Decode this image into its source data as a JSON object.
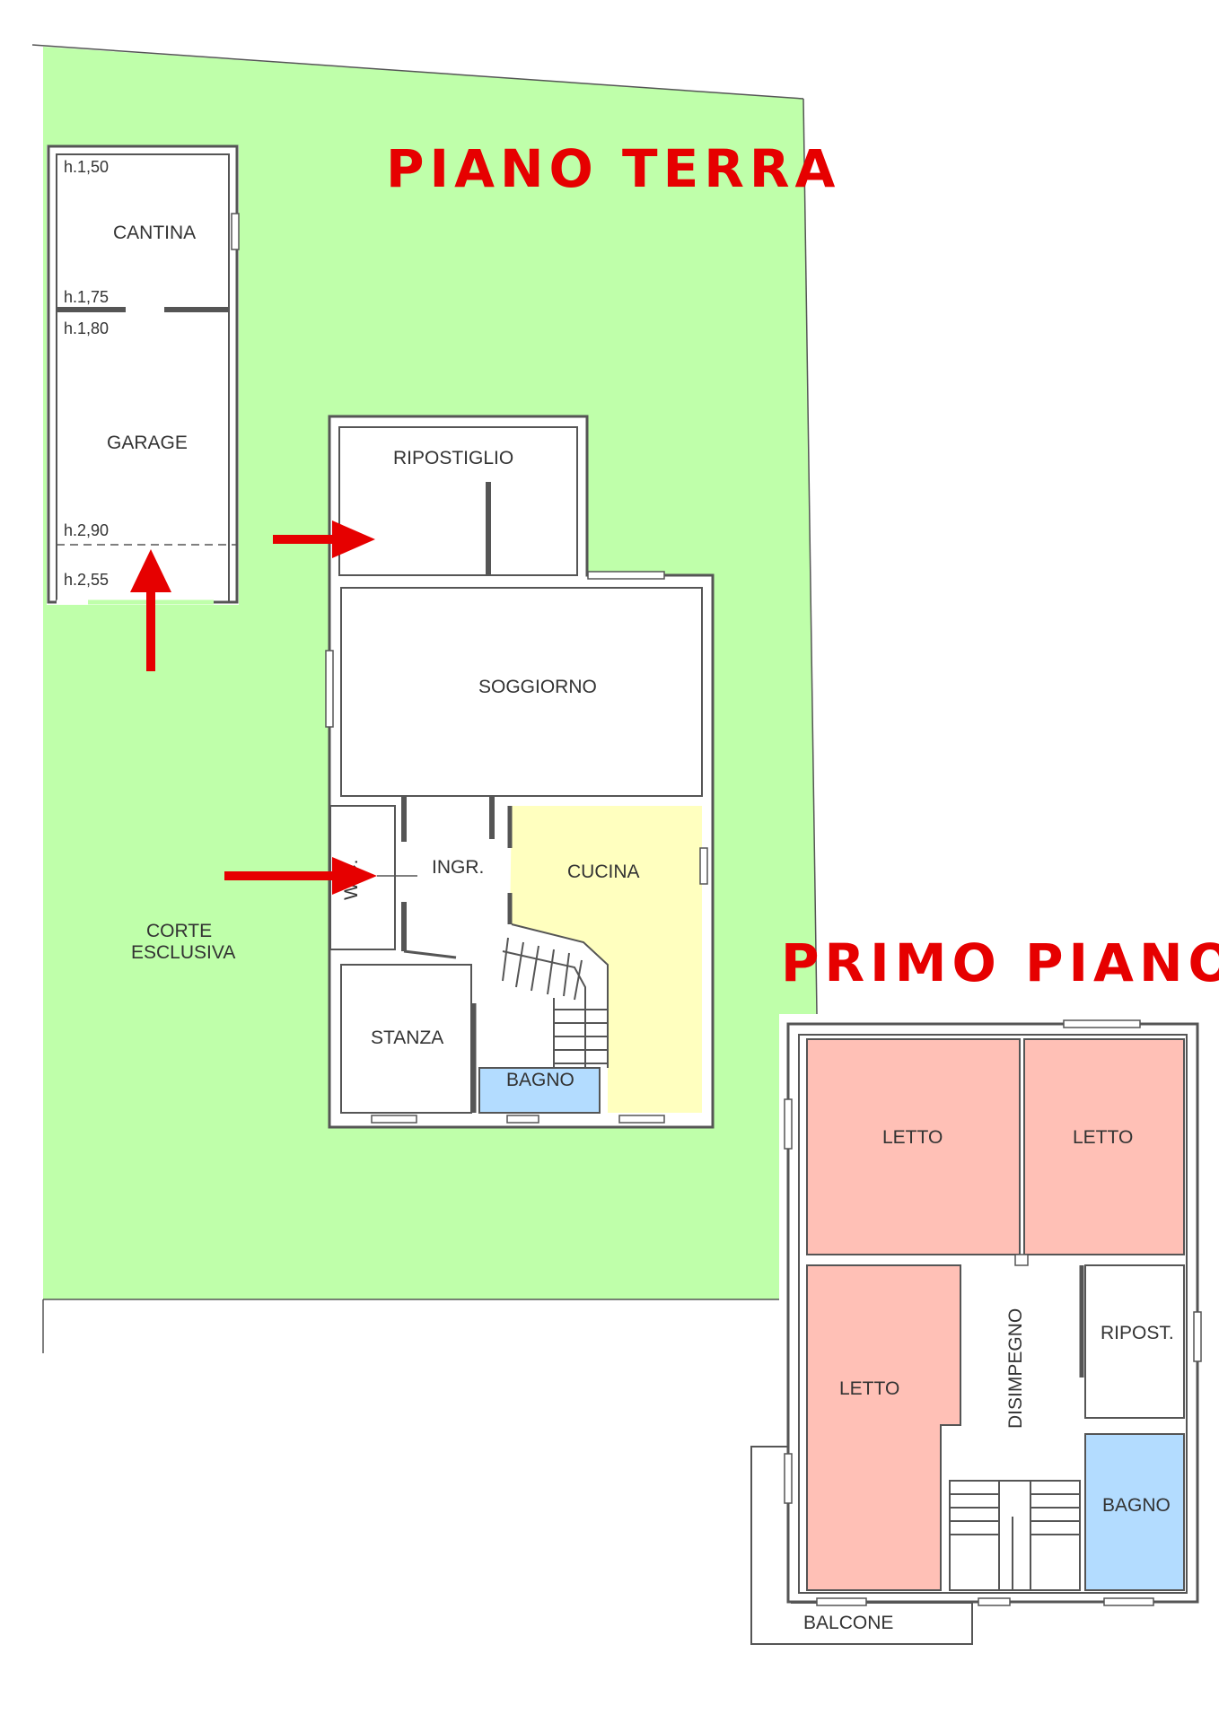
{
  "titles": {
    "ground_floor": "PIANO TERRA",
    "first_floor": "PRIMO PIANO"
  },
  "ground_floor": {
    "cantina": "CANTINA",
    "garage": "GARAGE",
    "ripostiglio": "RIPOSTIGLIO",
    "soggiorno": "SOGGIORNO",
    "ingresso": "INGR.",
    "cucina": "CUCINA",
    "stanza": "STANZA",
    "bagno": "BAGNO",
    "wc": "W.C.",
    "corte_line1": "CORTE",
    "corte_line2": "ESCLUSIVA",
    "heights": {
      "h1": "h.1,50",
      "h2": "h.1,75",
      "h3": "h.1,80",
      "h4": "h.2,90",
      "h5": "h.2,55"
    }
  },
  "first_floor": {
    "letto_1": "LETTO",
    "letto_2": "LETTO",
    "letto_3": "LETTO",
    "disimpegno": "DISIMPEGNO",
    "ripostiglio": "RIPOST.",
    "bagno": "BAGNO",
    "balcone": "BALCONE"
  },
  "colors": {
    "garden": "#bfffaa",
    "title_red": "#e60000",
    "kitchen": "#ffffbf",
    "bath": "#b3dcff",
    "bedroom": "#ffc0b6",
    "arrow_red": "#e60000",
    "corte_text": "#3a9a3a"
  }
}
